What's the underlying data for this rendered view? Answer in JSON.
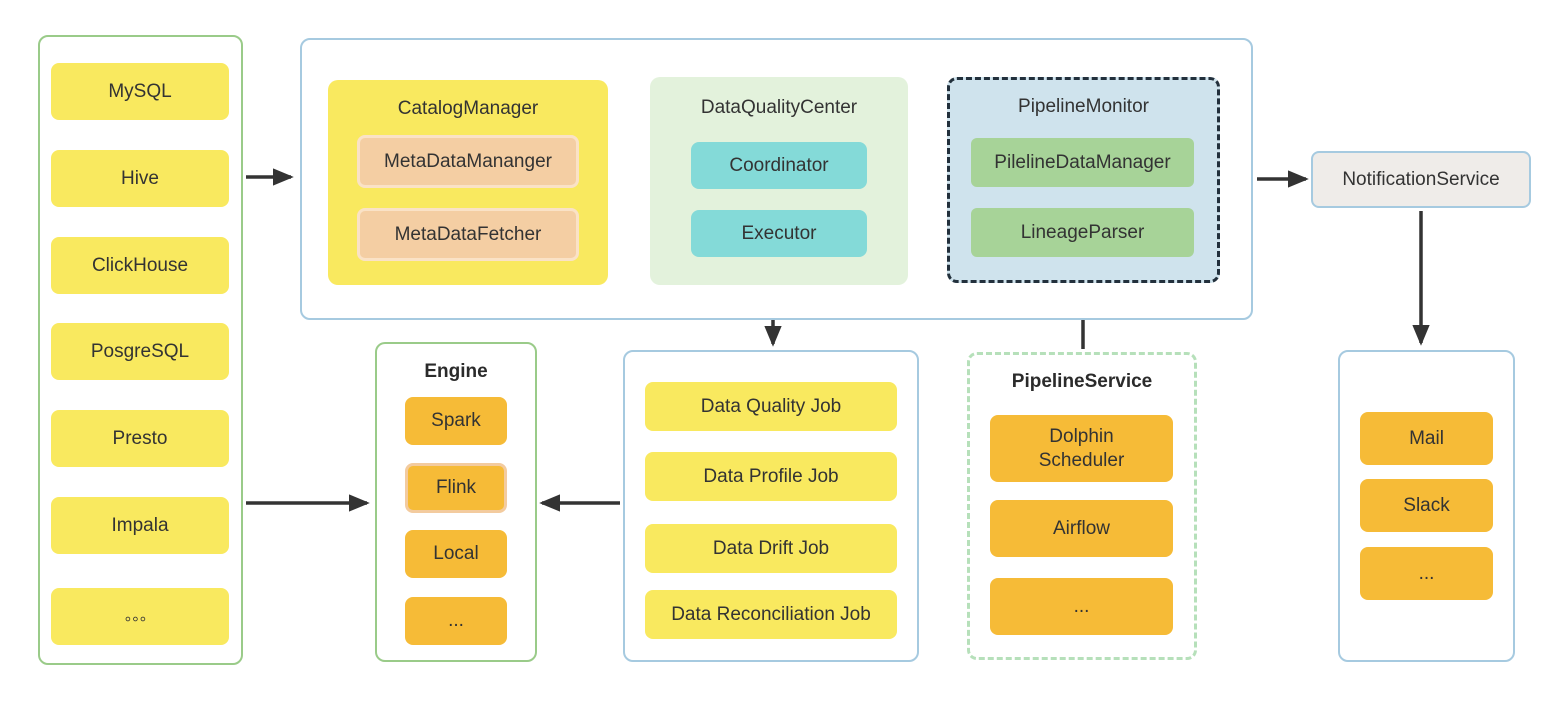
{
  "datasources": {
    "items": [
      "MySQL",
      "Hive",
      "ClickHouse",
      "PosgreSQL",
      "Presto",
      "Impala",
      "。。。"
    ]
  },
  "platform": {
    "catalog_manager": {
      "title": "CatalogManager",
      "items": [
        "MetaDataMananger",
        "MetaDataFetcher"
      ]
    },
    "data_quality_center": {
      "title": "DataQualityCenter",
      "items": [
        "Coordinator",
        "Executor"
      ]
    },
    "pipeline_monitor": {
      "title": "PipelineMonitor",
      "items": [
        "PilelineDataManager",
        "LineageParser"
      ]
    }
  },
  "notification_service": {
    "label": "NotificationService"
  },
  "engine": {
    "title": "Engine",
    "items": [
      "Spark",
      "Flink",
      "Local",
      "..."
    ]
  },
  "jobs": {
    "items": [
      "Data Quality Job",
      "Data Profile Job",
      "Data Drift Job",
      "Data Reconciliation Job"
    ]
  },
  "pipeline_service": {
    "title": "PipelineService",
    "items": [
      "Dolphin Scheduler",
      "Airflow",
      "..."
    ]
  },
  "channels": {
    "items": [
      "Mail",
      "Slack",
      "..."
    ]
  },
  "connections": [
    {
      "from": "hive",
      "to": "platform-panel",
      "direction": "right"
    },
    {
      "from": "impala",
      "to": "engine-panel",
      "direction": "right"
    },
    {
      "from": "data-quality-center",
      "to": "jobs-panel",
      "direction": "down"
    },
    {
      "from": "pipeline-service-panel",
      "to": "pipeline-monitor",
      "direction": "up"
    },
    {
      "from": "platform-panel",
      "to": "notification-service",
      "direction": "right"
    },
    {
      "from": "notification-service",
      "to": "channels-panel",
      "direction": "down"
    },
    {
      "from": "jobs-panel",
      "to": "engine-panel",
      "direction": "left"
    }
  ],
  "colors": {
    "yellow_box": "#f9e95f",
    "orange_box": "#f6bb37",
    "peach_fill": "#f4cea3",
    "peach_border": "#fae2c6",
    "cyan_box": "#84dad8",
    "soft_green_bg": "#e3f2dc",
    "green_box": "#a7d398",
    "soft_blue_bg": "#cfe3ed",
    "gray_box": "#efece9",
    "green_border": "#9acb89",
    "blue_border": "#a6cae0",
    "green_dashed_border": "#b6e0ba",
    "dark_dashed_border": "#22303c",
    "arrow": "#333333"
  }
}
